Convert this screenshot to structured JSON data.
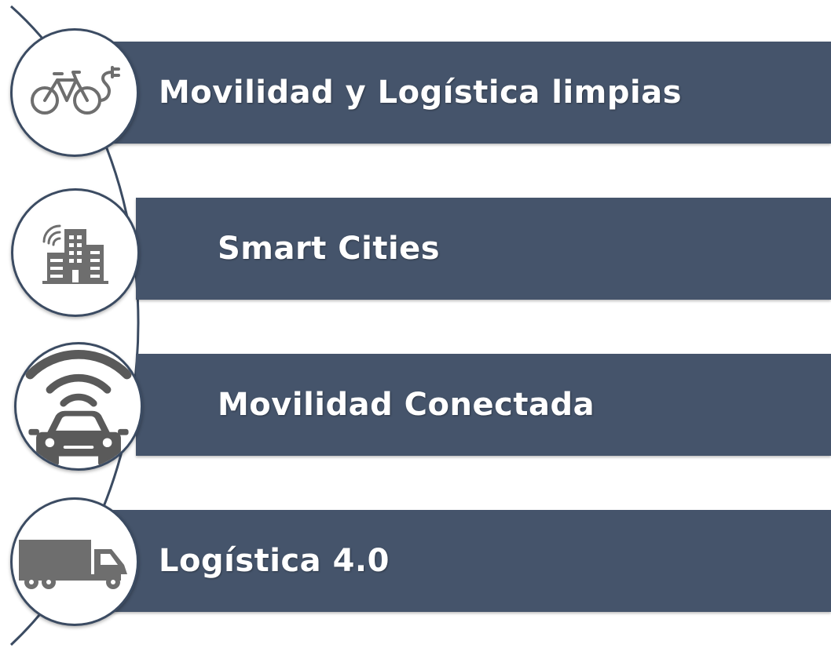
{
  "colors": {
    "bar": "#45546b",
    "bar_text": "#ffffff",
    "icon_gray": "#6e6e6e",
    "arc": "#3b4b62"
  },
  "items": [
    {
      "label": "Movilidad y Logística limpias",
      "icon": "electric-bicycle-icon"
    },
    {
      "label": "Smart Cities",
      "icon": "smart-building-icon"
    },
    {
      "label": "Movilidad Conectada",
      "icon": "connected-car-icon"
    },
    {
      "label": "Logística 4.0",
      "icon": "truck-icon"
    }
  ]
}
